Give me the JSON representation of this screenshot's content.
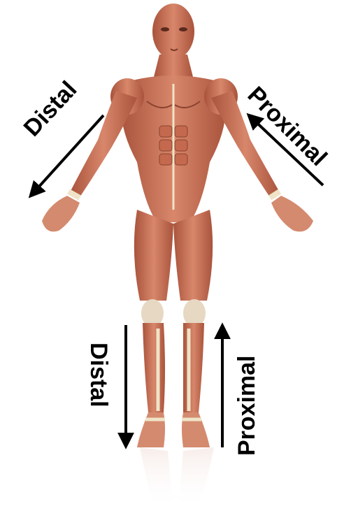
{
  "labels": {
    "distal_arm": "Distal",
    "proximal_arm": "Proximal",
    "distal_leg": "Distal",
    "proximal_leg": "Proximal"
  },
  "colors": {
    "muscle": "#c96f52",
    "muscle_light": "#e0957a",
    "muscle_dark": "#9a4a35",
    "tendon": "#efe4c8",
    "arrow": "#000000",
    "background": "#ffffff"
  }
}
